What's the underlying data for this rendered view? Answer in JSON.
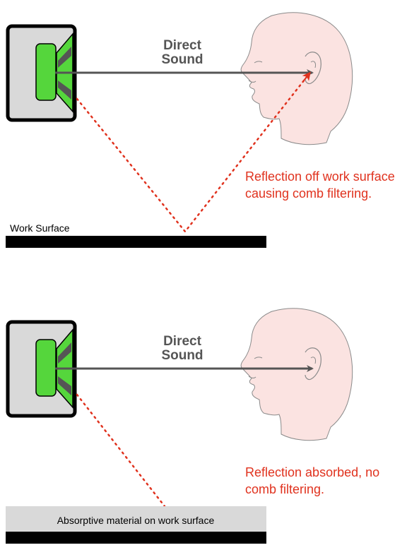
{
  "top_panel": {
    "direct_line1": "Direct",
    "direct_line2": "Sound",
    "reflection_line1": "Reflection off work surface",
    "reflection_line2": "causing comb filtering.",
    "surface_label": "Work Surface"
  },
  "bottom_panel": {
    "direct_line1": "Direct",
    "direct_line2": "Sound",
    "reflection_line1": "Reflection absorbed, no",
    "reflection_line2": "comb filtering.",
    "absorber_label": "Absorptive material on work surface"
  },
  "colors": {
    "reflection": "#e0321e",
    "speaker_driver": "#55d63c",
    "head_skin": "#fbe3e1",
    "arrow": "#555555",
    "surface": "#000000",
    "absorber": "#d9d9d9"
  }
}
